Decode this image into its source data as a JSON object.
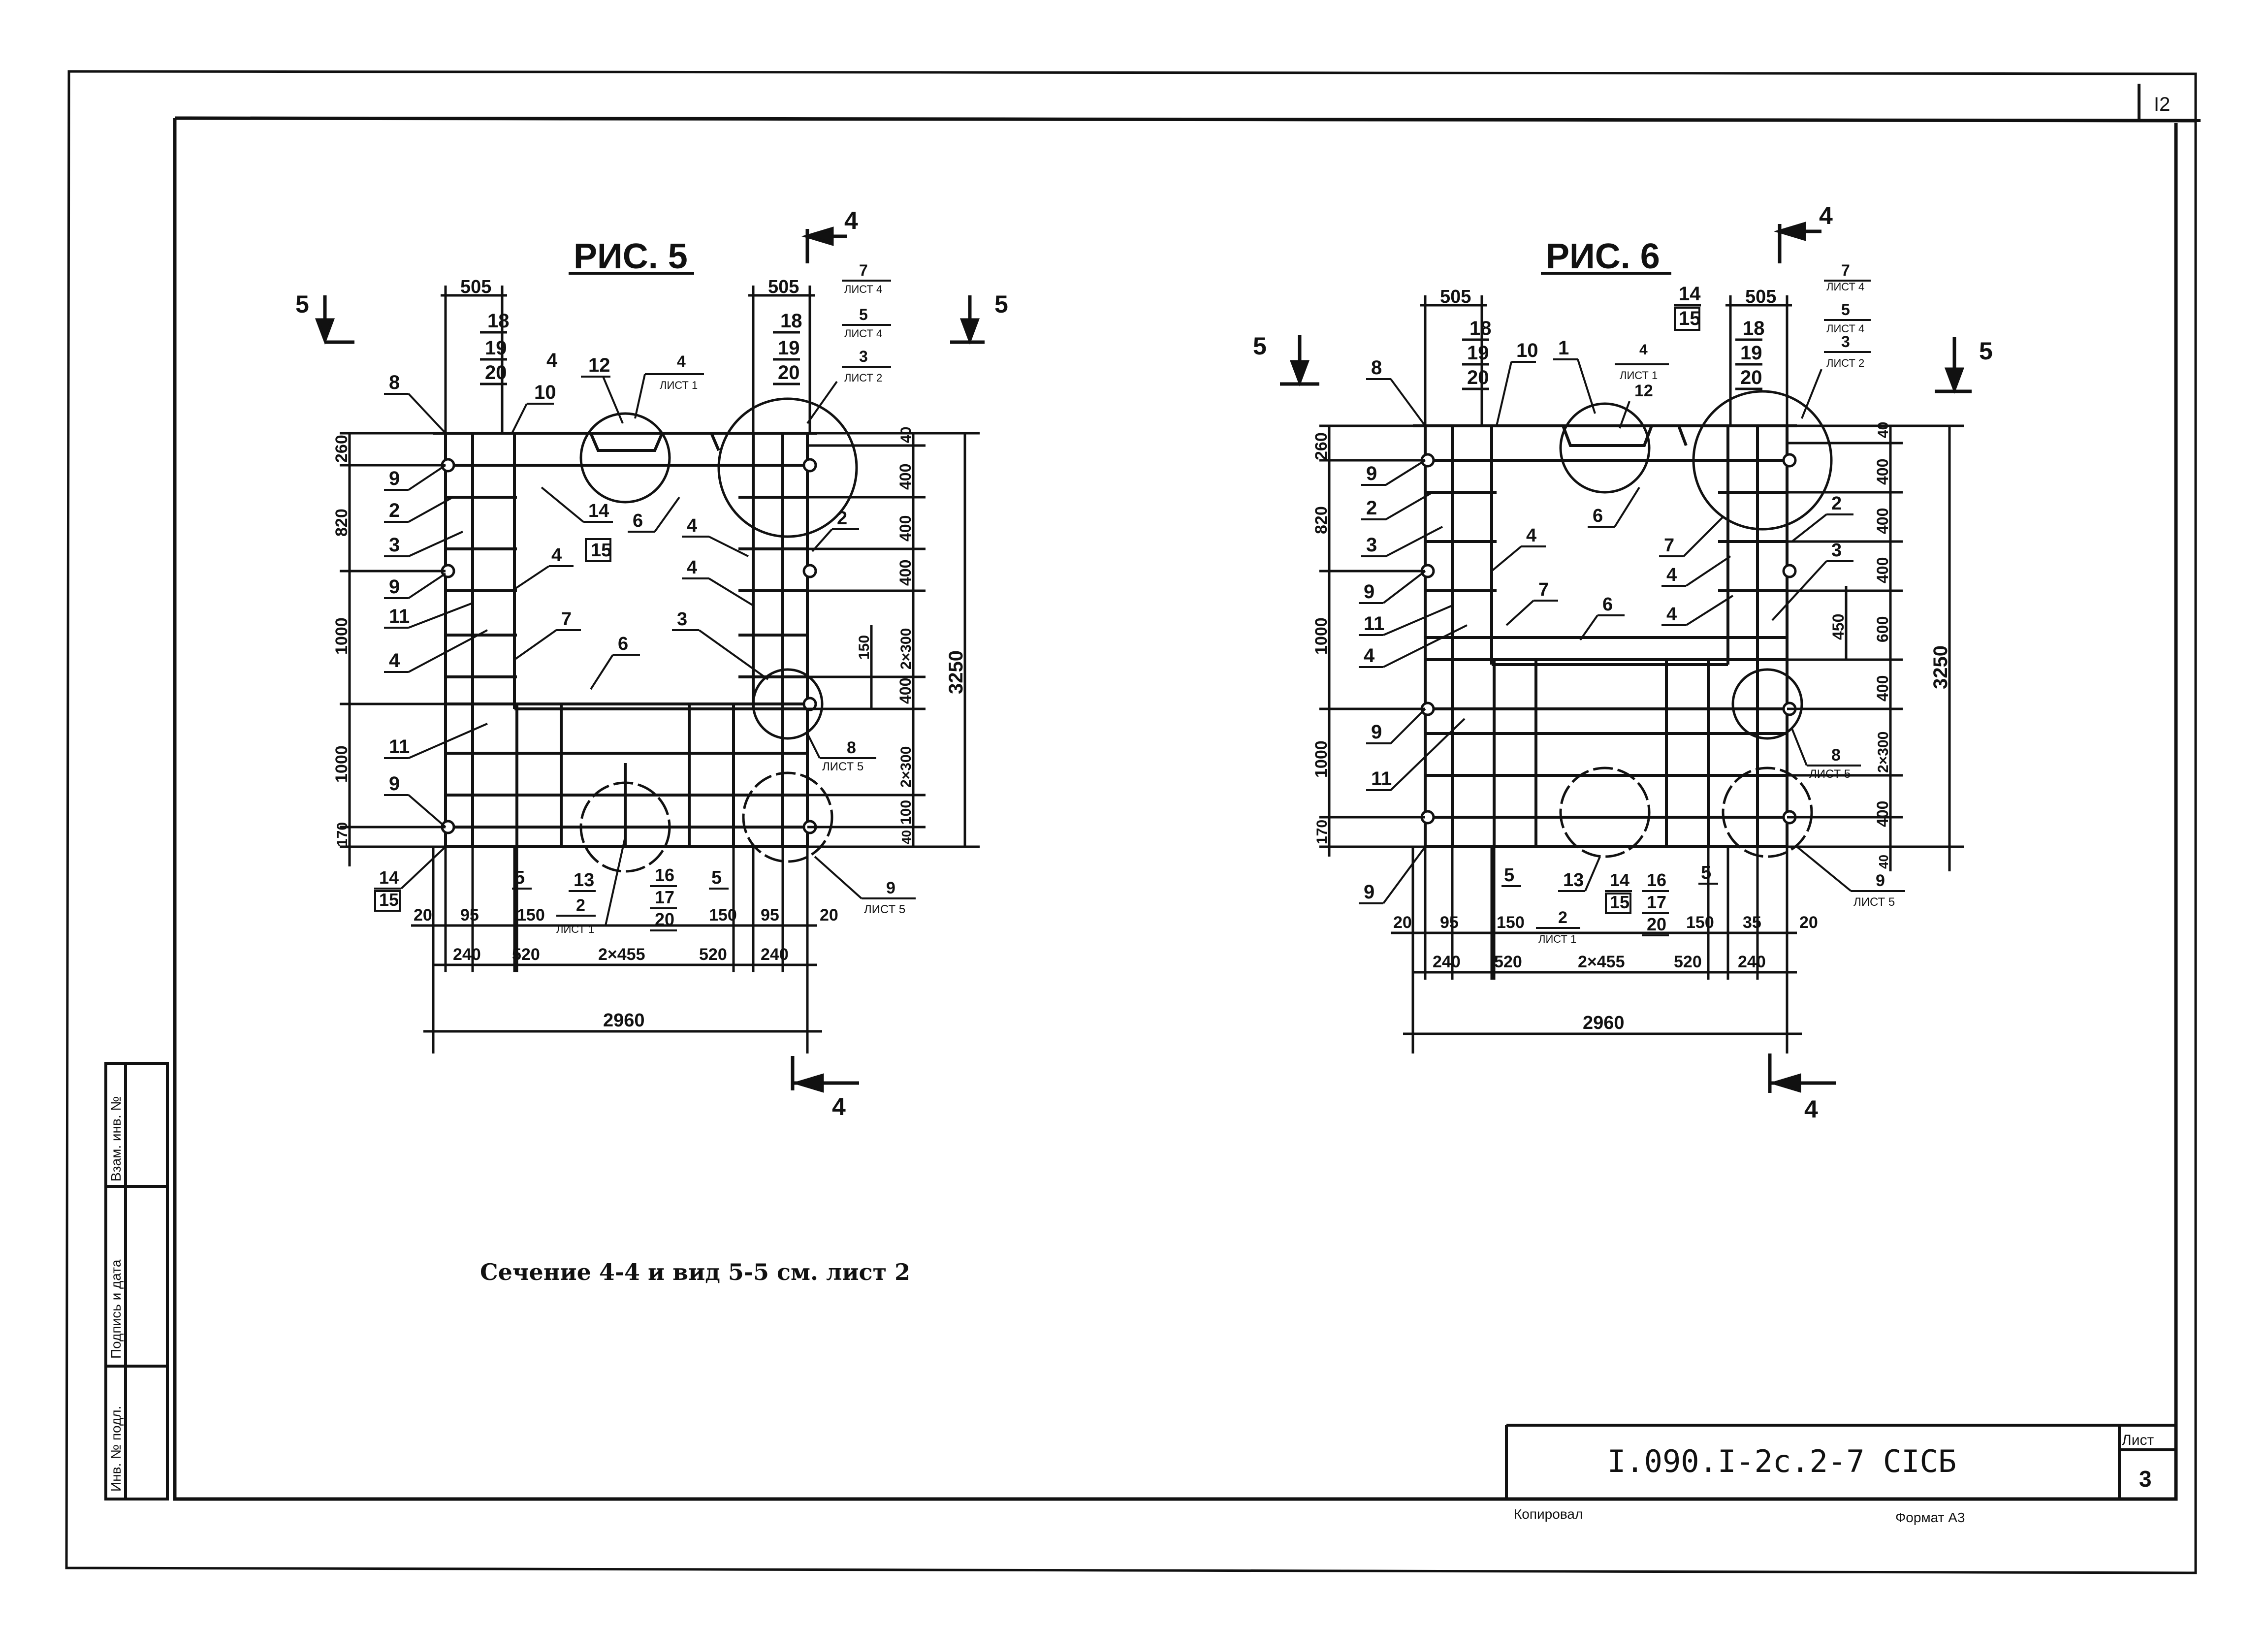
{
  "sheet": {
    "page_number": "I2",
    "note": "Сечение 4-4 и вид 5-5 см. лист 2",
    "stamp_code": "I.090.I-2c.2-7   CICБ",
    "sheet_label": "Лист",
    "sheet_number": "3",
    "copied_label": "Копировал",
    "format_label": "Формат А3",
    "side_stamp": [
      "Инв. № подл.",
      "Подпись и дата",
      "Взам. инв. №"
    ]
  },
  "fig5": {
    "title": "РИС. 5",
    "section_marks": [
      "4",
      "4",
      "5",
      "5"
    ],
    "top_dims": [
      "505",
      "505"
    ],
    "stack_left": [
      "18",
      "19",
      "20"
    ],
    "stack_right": [
      "18",
      "19",
      "20"
    ],
    "refs_right_top": [
      "7",
      "ЛИСТ 4",
      "5",
      "ЛИСТ 4",
      "3",
      "ЛИСТ 2"
    ],
    "ref_12": "12",
    "ref_4_list1": [
      "4",
      "ЛИСТ 1"
    ],
    "ref_8": "8",
    "ref_10": "10",
    "left_dims": [
      "260",
      "820",
      "1000",
      "1000",
      "170"
    ],
    "right_dims": [
      "40",
      "400",
      "400",
      "400",
      "2×300",
      "400",
      "2×300",
      "100",
      "40"
    ],
    "dim_150": "150",
    "total_height": "3250",
    "left_pos": [
      "9",
      "2",
      "3",
      "9",
      "11",
      "4",
      "11",
      "9"
    ],
    "inner_pos": [
      "14",
      "15",
      "6",
      "4",
      "7",
      "6",
      "4",
      "4",
      "2",
      "3"
    ],
    "list5_a": [
      "8",
      "ЛИСТ 5"
    ],
    "list5_b": [
      "9",
      "ЛИСТ 5"
    ],
    "bottom_marks": [
      "14",
      "15",
      "5",
      "13",
      "2",
      "ЛИСТ 1",
      "16",
      "17",
      "20",
      "5"
    ],
    "bottom_dims": [
      "20",
      "95",
      "150",
      "150",
      "95",
      "20"
    ],
    "bottom_dims2": [
      "240",
      "520",
      "2×455",
      "520",
      "240"
    ],
    "total_width": "2960"
  },
  "fig6": {
    "title": "РИС. 6",
    "section_marks": [
      "4",
      "4",
      "5",
      "5"
    ],
    "top_dims": [
      "505",
      "505"
    ],
    "stack_left": [
      "18",
      "19",
      "20"
    ],
    "stack_right": [
      "18",
      "19",
      "20"
    ],
    "stack_14_15": [
      "14",
      "15"
    ],
    "refs_right_top": [
      "7",
      "ЛИСТ 4",
      "5",
      "ЛИСТ 4",
      "3",
      "ЛИСТ 2"
    ],
    "ref_1": [
      "1",
      "4",
      "ЛИСТ 1",
      "12"
    ],
    "ref_8": "8",
    "ref_10": "10",
    "left_dims": [
      "260",
      "820",
      "1000",
      "1000",
      "170"
    ],
    "right_dims": [
      "40",
      "400",
      "400",
      "400",
      "600",
      "400",
      "2×300",
      "400",
      "40"
    ],
    "dim_450": "450",
    "total_height": "3250",
    "left_pos": [
      "9",
      "2",
      "3",
      "9",
      "11",
      "4",
      "9",
      "11",
      "9"
    ],
    "inner_pos": [
      "6",
      "4",
      "7",
      "6",
      "7",
      "4",
      "4",
      "2",
      "3"
    ],
    "list5_a": [
      "8",
      "ЛИСТ 5"
    ],
    "list5_b": [
      "9",
      "ЛИСТ 5"
    ],
    "bottom_marks": [
      "5",
      "13",
      "2",
      "ЛИСТ 1",
      "14",
      "15",
      "16",
      "17",
      "20",
      "5"
    ],
    "bottom_dims": [
      "20",
      "95",
      "150",
      "150",
      "35",
      "20"
    ],
    "bottom_dims2": [
      "240",
      "520",
      "2×455",
      "520",
      "240"
    ],
    "total_width": "2960"
  }
}
